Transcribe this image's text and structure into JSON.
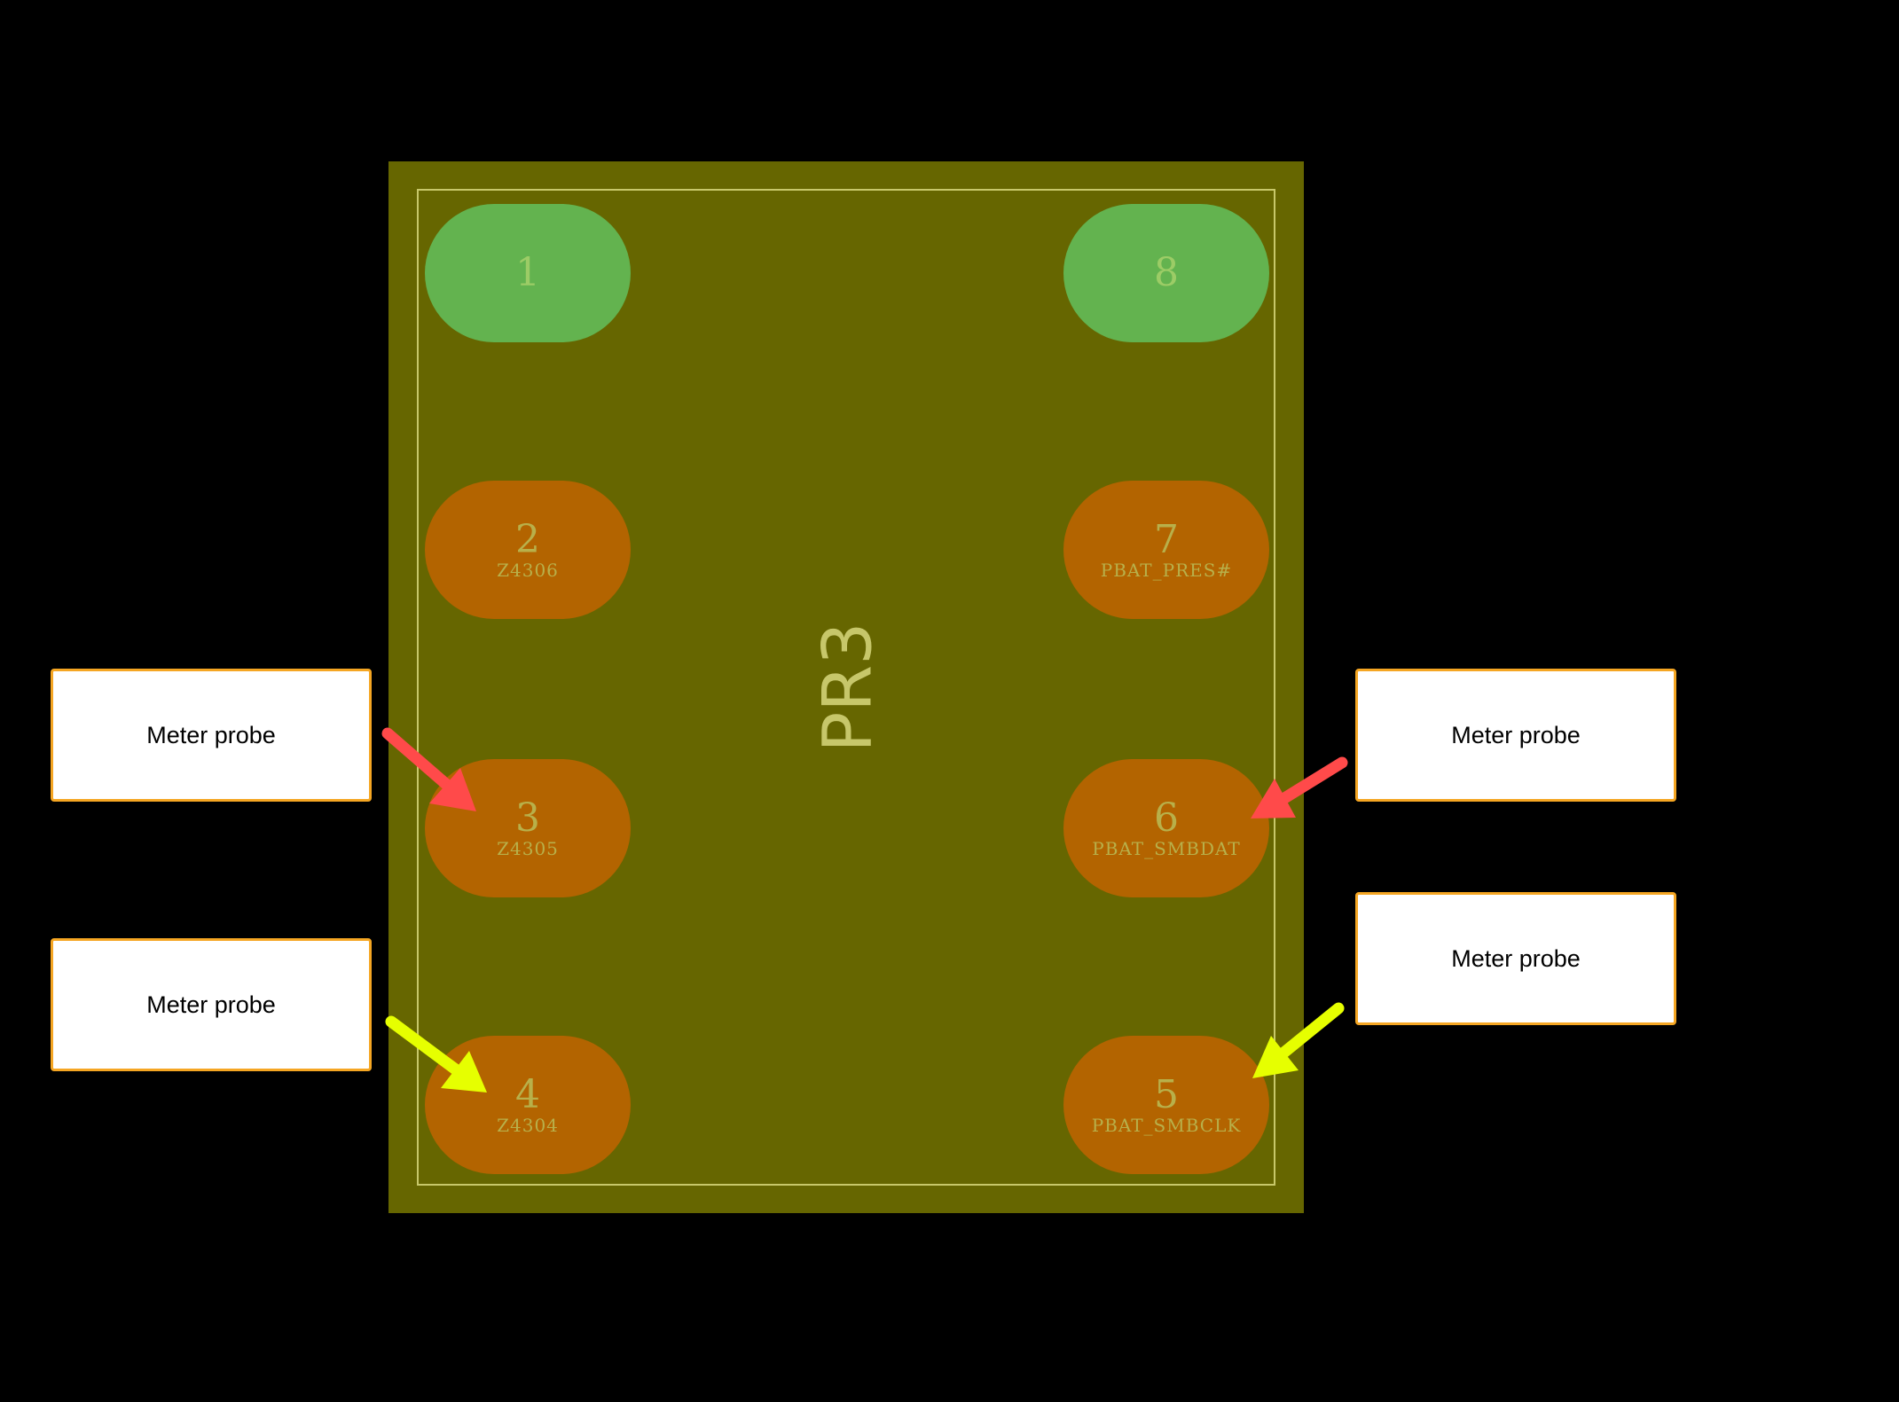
{
  "component": {
    "designator": "PR3"
  },
  "pads": [
    {
      "number": "1",
      "net": ""
    },
    {
      "number": "2",
      "net": "Z4306"
    },
    {
      "number": "3",
      "net": "Z4305"
    },
    {
      "number": "4",
      "net": "Z4304"
    },
    {
      "number": "5",
      "net": "PBAT_SMBCLK"
    },
    {
      "number": "6",
      "net": "PBAT_SMBDAT"
    },
    {
      "number": "7",
      "net": "PBAT_PRES#"
    },
    {
      "number": "8",
      "net": ""
    }
  ],
  "callouts": [
    {
      "label": "Meter probe",
      "arrow_color": "#ff4a4a"
    },
    {
      "label": "Meter probe",
      "arrow_color": "#e6ff00"
    },
    {
      "label": "Meter probe",
      "arrow_color": "#ff4a4a"
    },
    {
      "label": "Meter probe",
      "arrow_color": "#e6ff00"
    }
  ],
  "colors": {
    "background": "#000000",
    "board": "#666600",
    "ground_pad": "#63b34f",
    "signal_pad": "#b36400",
    "callout_border": "#f5a623"
  }
}
